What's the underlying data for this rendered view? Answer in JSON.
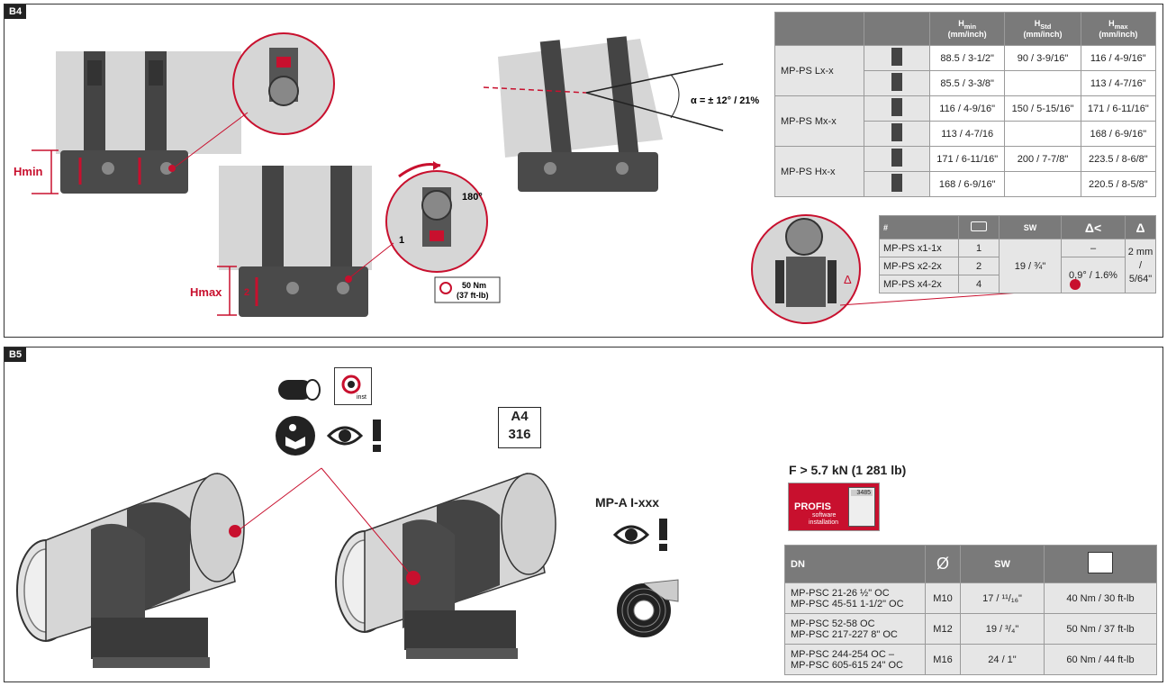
{
  "b4": {
    "tag": "B4",
    "labels": {
      "hmin": "Hmin",
      "hmax": "Hmax",
      "alpha": "α = ± 12° / 21%",
      "rot": "180°",
      "step1": "1",
      "step2": "2",
      "torque1": "50 Nm",
      "torque2": "(37 ft-lb)",
      "delta": "Δ"
    },
    "table1": {
      "headers": [
        {
          "main": "H",
          "sub": "min",
          "unit": "(mm/inch)"
        },
        {
          "main": "H",
          "sub": "Std",
          "unit": "(mm/inch)"
        },
        {
          "main": "H",
          "sub": "max",
          "unit": "(mm/inch)"
        }
      ],
      "groups": [
        {
          "name": "MP-PS Lx-x",
          "rows": [
            [
              "88.5 / 3-1/2\"",
              "90 / 3-9/16\"",
              "116 / 4-9/16\""
            ],
            [
              "85.5 / 3-3/8\"",
              "",
              "113 / 4-7/16\""
            ]
          ]
        },
        {
          "name": "MP-PS Mx-x",
          "rows": [
            [
              "116 / 4-9/16\"",
              "150 / 5-15/16\"",
              "171 / 6-11/16\""
            ],
            [
              "113 / 4-7/16",
              "",
              "168 / 6-9/16\""
            ]
          ]
        },
        {
          "name": "MP-PS Hx-x",
          "rows": [
            [
              "171 / 6-11/16\"",
              "200 / 7-7/8\"",
              "223.5 / 8-6/8\""
            ],
            [
              "168 / 6-9/16\"",
              "",
              "220.5 / 8-5/8\""
            ]
          ]
        }
      ]
    },
    "table2": {
      "header_hash": "#",
      "header_sw": "SW",
      "header_d1": "Δ<",
      "header_d2": "Δ",
      "rows": [
        {
          "name": "MP-PS x1-1x",
          "count": "1"
        },
        {
          "name": "MP-PS x2-2x",
          "count": "2"
        },
        {
          "name": "MP-PS x4-2x",
          "count": "4"
        }
      ],
      "sw_value": "19 / ¾\"",
      "dash": "–",
      "angle_value": "0,9° / 1.6%",
      "d2_value_1": "2 mm /",
      "d2_value_2": "5/64\""
    }
  },
  "b5": {
    "tag": "B5",
    "a4": "A4",
    "a4_sub": "316",
    "tinst": "inst",
    "mpa": "MP-A I-xxx",
    "force": "F > 5.7 kN (1 281 lb)",
    "profis": "PROFIS",
    "profis_sub1": "software",
    "profis_sub2": "installation",
    "profis_screen": "3485",
    "table": {
      "h_dn": "DN",
      "h_dia": "Ø",
      "h_sw": "SW",
      "rows": [
        {
          "l1": "MP-PSC 21-26 ½\" OC",
          "l2": "MP-PSC 45-51 1-1/2\" OC",
          "m": "M10",
          "sw": "17 / ¹¹/₁₆\"",
          "t": "40 Nm / 30 ft-lb"
        },
        {
          "l1": "MP-PSC 52-58 OC",
          "l2": "MP-PSC 217-227 8\" OC",
          "m": "M12",
          "sw": "19 / ³/₄\"",
          "t": "50 Nm / 37 ft-lb"
        },
        {
          "l1": "MP-PSC 244-254 OC –",
          "l2": "MP-PSC 605-615 24\" OC",
          "m": "M16",
          "sw": "24 / 1\"",
          "t": "60 Nm / 44 ft-lb"
        }
      ]
    }
  },
  "colors": {
    "red": "#c8102e",
    "dark": "#3a3a3a",
    "pipe": "#d6d6d6",
    "tableHeader": "#7a7a7a"
  }
}
